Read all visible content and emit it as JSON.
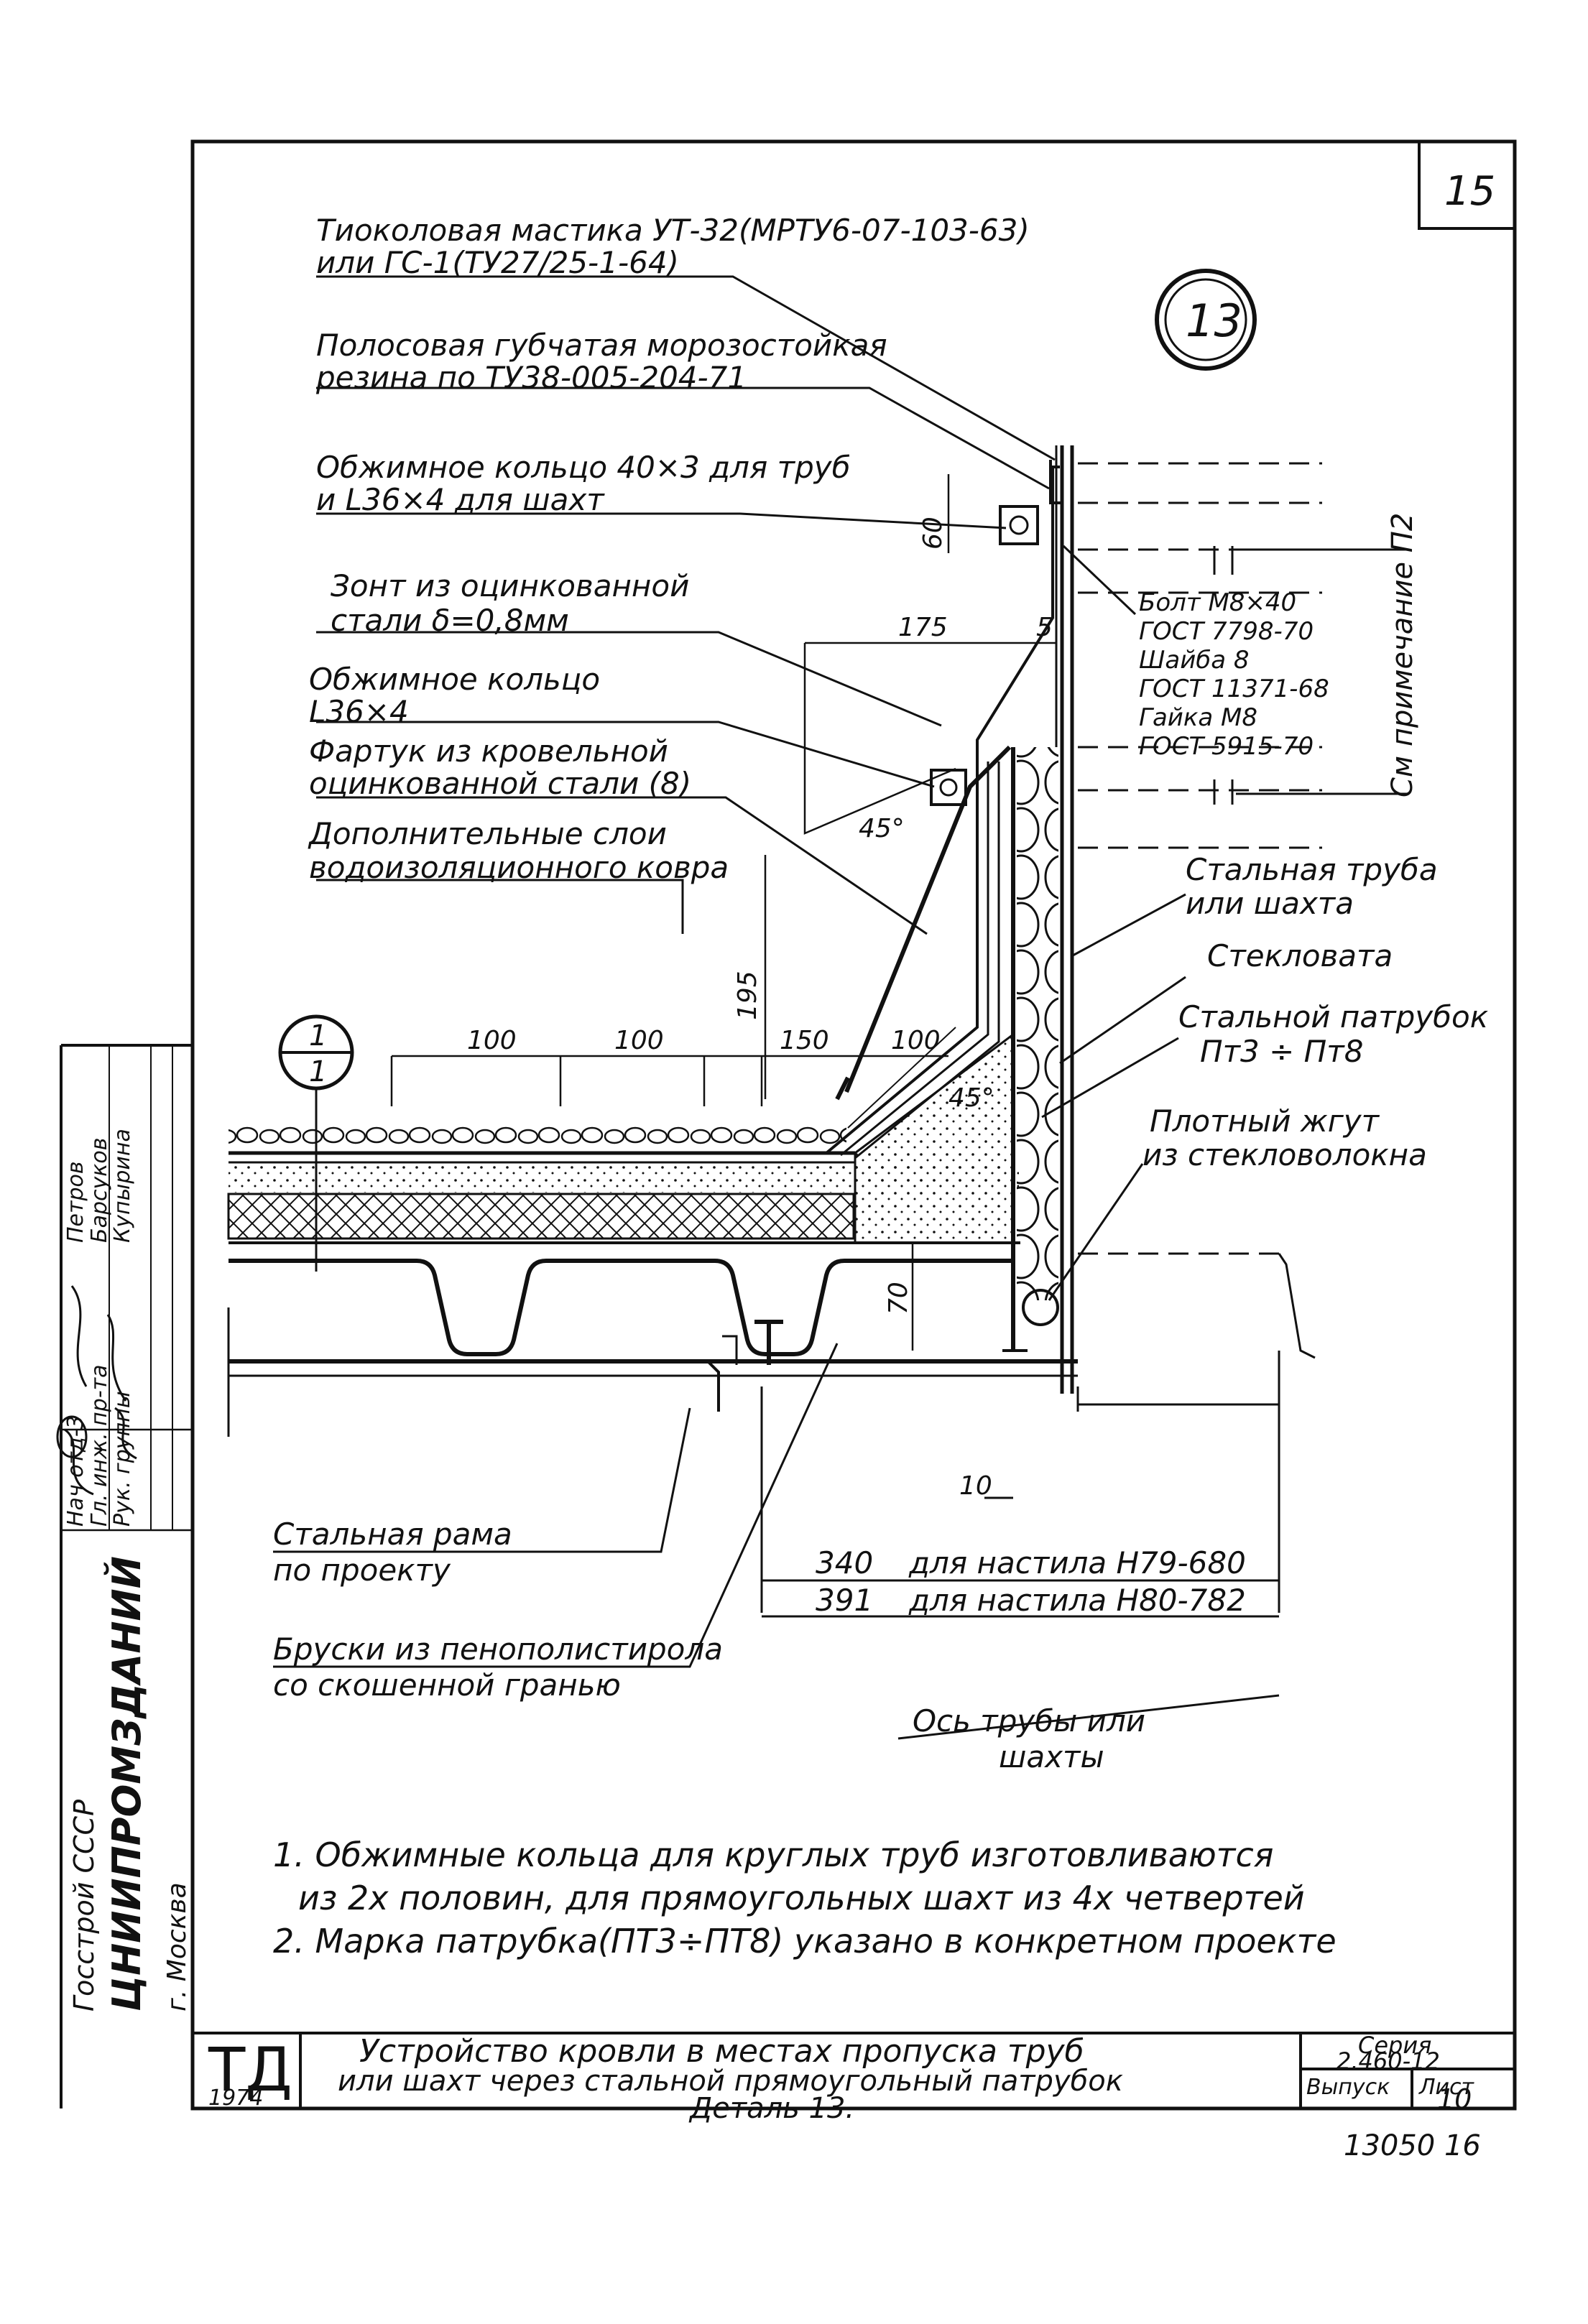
{
  "sheet": {
    "number": "15",
    "detail_number": "13",
    "section_mark_top": "1",
    "section_mark_bottom": "1"
  },
  "labels": {
    "mastic_line1": "Тиоколовая мастика УТ-32(МРТУ6-07-103-63)",
    "mastic_line2": "или ГС-1(ТУ27/25-1-64)",
    "rubber_line1": "Полосовая губчатая морозостойкая",
    "rubber_line2": "резина по ТУ38-005-204-71",
    "ring1_line1": "Обжимное кольцо 40×3 для труб",
    "ring1_line2": "и L36×4 для шахт",
    "umbrella_line1": "Зонт из оцинкованной",
    "umbrella_line2": "стали δ=0,8мм",
    "ring2_line1": "Обжимное кольцо",
    "ring2_line2": "L36×4",
    "apron_line1": "Фартук из кровельной",
    "apron_line2": "оцинкованной стали (8)",
    "layers_line1": "Дополнительные слои",
    "layers_line2": "водоизоляционного ковра",
    "bolt_1": "Болт М8×40",
    "bolt_2": "ГОСТ 7798-70",
    "bolt_3": "Шайба 8",
    "bolt_4": "ГОСТ 11371-68",
    "bolt_5": "Гайка М8",
    "bolt_6": "ГОСТ 5915-70",
    "see_note": "См примечание П2",
    "pipe_line1": "Стальная труба",
    "pipe_line2": "или шахта",
    "glasswool": "Стекловата",
    "branch_line1": "Стальной патрубок",
    "branch_line2": "Пт3 ÷ Пт8",
    "tow_line1": "Плотный жгут",
    "tow_line2": "из стекловолокна",
    "frame_line1": "Стальная рама",
    "frame_line2": "по проекту",
    "bars_line1": "Бруски из пенополистирола",
    "bars_line2": "со скошенной гранью",
    "axis_line1": "Ось трубы или",
    "axis_line2": "шахты"
  },
  "dimensions": {
    "d60": "60",
    "d175": "175",
    "d5": "5",
    "angle45a": "45°",
    "d195": "195",
    "d100a": "100",
    "d100b": "100",
    "d150": "150",
    "d100c": "100",
    "angle45b": "45°",
    "d70": "70",
    "d10": "10",
    "dim340": "340",
    "dim340_text": "для настила Н79-680",
    "dim391": "391",
    "dim391_text": "для настила Н80-782"
  },
  "notes": {
    "n1_line1": "1. Обжимные кольца для круглых труб изготовливаются",
    "n1_line2": "из 2х половин, для прямоугольных шахт из 4х четвертей",
    "n2": "2. Марка патрубка(ПТ3÷ПТ8) указано в конкретном проекте"
  },
  "stamp": {
    "org_1": "Госстрой СССР",
    "org_2": "ЦНИИПРОМЗДАНИЙ",
    "org_3": "г. Москва",
    "role_1": "Нач отд-3",
    "role_2": "Гл. инж. пр-та",
    "role_3": "Рук. группы",
    "name_1": "Петров",
    "name_2": "Барсуков",
    "name_3": "Купырина",
    "td": "ТД",
    "year": "1974",
    "title_1": "Устройство кровли в местах пропуска труб",
    "title_2": "или шахт через стальной прямоугольный патрубок",
    "title_3": "Деталь 13.",
    "series_label": "Серия",
    "series_value": "2.460-12",
    "issue_label": "Выпуск",
    "sheet_label": "Лист",
    "sheet_value": "10",
    "archive_no": "13050 16"
  }
}
